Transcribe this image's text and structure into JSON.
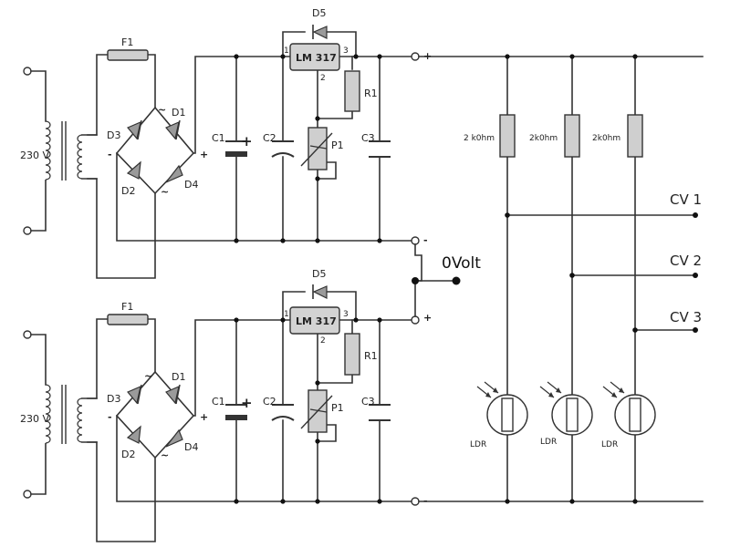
{
  "diagram": {
    "mains_label": "230 V",
    "fuse_label": "F1",
    "diodes": {
      "d1": "D1",
      "d2": "D2",
      "d3": "D3",
      "d4": "D4",
      "d5": "D5"
    },
    "ac_mark": "~",
    "bridge_plus": "+",
    "bridge_minus": "-",
    "cap_c1": "C1",
    "cap_c2": "C2",
    "cap_c3": "C3",
    "cap_plus": "+",
    "regulator": "LM 317",
    "pin1": "1",
    "pin2": "2",
    "pin3": "3",
    "resistor_r1": "R1",
    "pot_p1": "P1",
    "out_plus": "+",
    "out_minus": "-",
    "ground_label": "0Volt",
    "divider_resistors": [
      "2 k0hm",
      "2k0hm",
      "2k0hm"
    ],
    "ldr_label": "LDR",
    "cv_outputs": [
      "CV 1",
      "CV 2",
      "CV 3"
    ]
  }
}
